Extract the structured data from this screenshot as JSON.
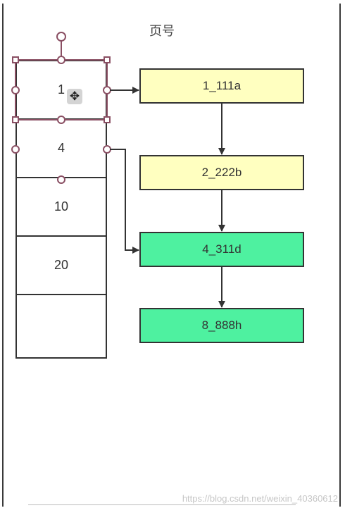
{
  "title": "页号",
  "page_table": {
    "cells": [
      "1",
      "4",
      "10",
      "20",
      ""
    ]
  },
  "nodes": [
    {
      "label": "1_111a",
      "color": "#ffffc0"
    },
    {
      "label": "2_222b",
      "color": "#ffffc0"
    },
    {
      "label": "4_311d",
      "color": "#4ef1a0"
    },
    {
      "label": "8_888h",
      "color": "#4ef1a0"
    }
  ],
  "cursor_icon": "move-cursor-icon",
  "watermark": "https://blog.csdn.net/weixin_40360612"
}
